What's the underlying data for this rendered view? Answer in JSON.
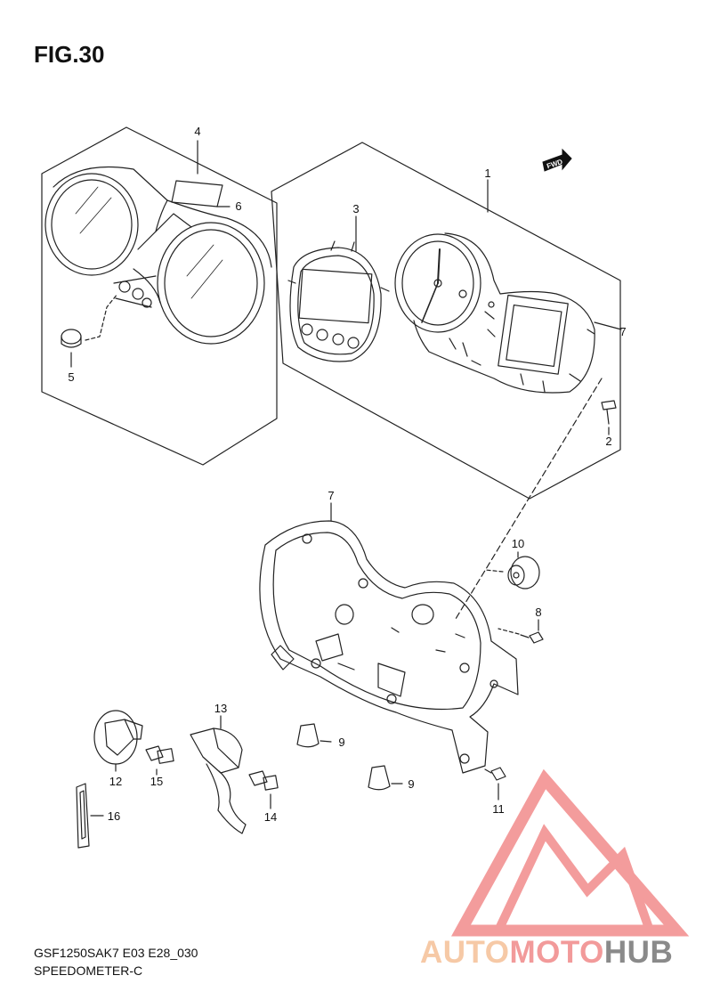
{
  "figure": {
    "title": "FIG.30",
    "model_code": "GSF1250SAK7 E03 E28_030",
    "section_name": "SPEEDOMETER-C"
  },
  "direction_badge": {
    "text": "FWD"
  },
  "parts": [
    {
      "id": "p1",
      "number": "1"
    },
    {
      "id": "p2",
      "number": "2"
    },
    {
      "id": "p3",
      "number": "3"
    },
    {
      "id": "p4",
      "number": "4"
    },
    {
      "id": "p5",
      "number": "5"
    },
    {
      "id": "p6",
      "number": "6"
    },
    {
      "id": "p7a",
      "number": "7"
    },
    {
      "id": "p7b",
      "number": "7"
    },
    {
      "id": "p8",
      "number": "8"
    },
    {
      "id": "p9a",
      "number": "9"
    },
    {
      "id": "p9b",
      "number": "9"
    },
    {
      "id": "p10",
      "number": "10"
    },
    {
      "id": "p11",
      "number": "11"
    },
    {
      "id": "p12",
      "number": "12"
    },
    {
      "id": "p13",
      "number": "13"
    },
    {
      "id": "p14",
      "number": "14"
    },
    {
      "id": "p15",
      "number": "15"
    },
    {
      "id": "p16",
      "number": "16"
    }
  ],
  "watermark": {
    "part1": "AUTO",
    "part2": "MOTO",
    "part3": "HUB",
    "logo": "m-triangle-logo"
  },
  "colors": {
    "line": "#222222",
    "logo_red": "#f28b8b",
    "logo_gray": "#8a8a8a",
    "logo_orange": "#f6c9a6"
  }
}
